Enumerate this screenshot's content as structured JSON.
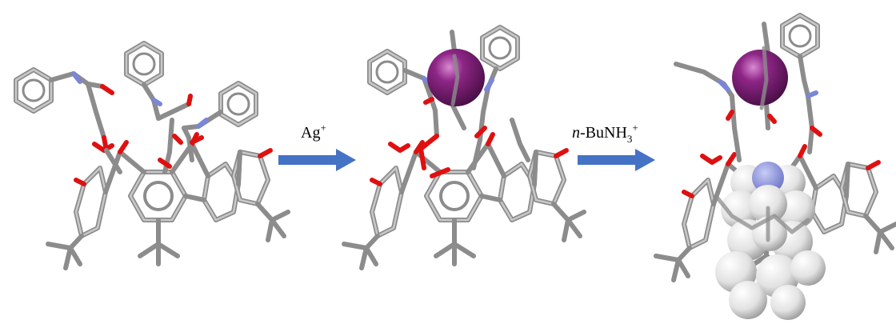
{
  "step_labels": {
    "step1": "Ag",
    "step1_sup": "+",
    "step2_prefix": "n",
    "step2_main": "-BuNH",
    "step2_sub": "3",
    "step2_sup": "+"
  },
  "colors": {
    "carbon": "#8c8c8c",
    "carbon_highlight": "#c8c8c8",
    "oxygen": "#e01010",
    "nitrogen": "#7a86d6",
    "silver_ion": "#7b1a74",
    "arrow": "#4472c4",
    "ammonium_sphere": "#eeeeee"
  },
  "structures": [
    "free-calixarene-ligand",
    "silver-complex",
    "silver-ammonium-complex"
  ]
}
